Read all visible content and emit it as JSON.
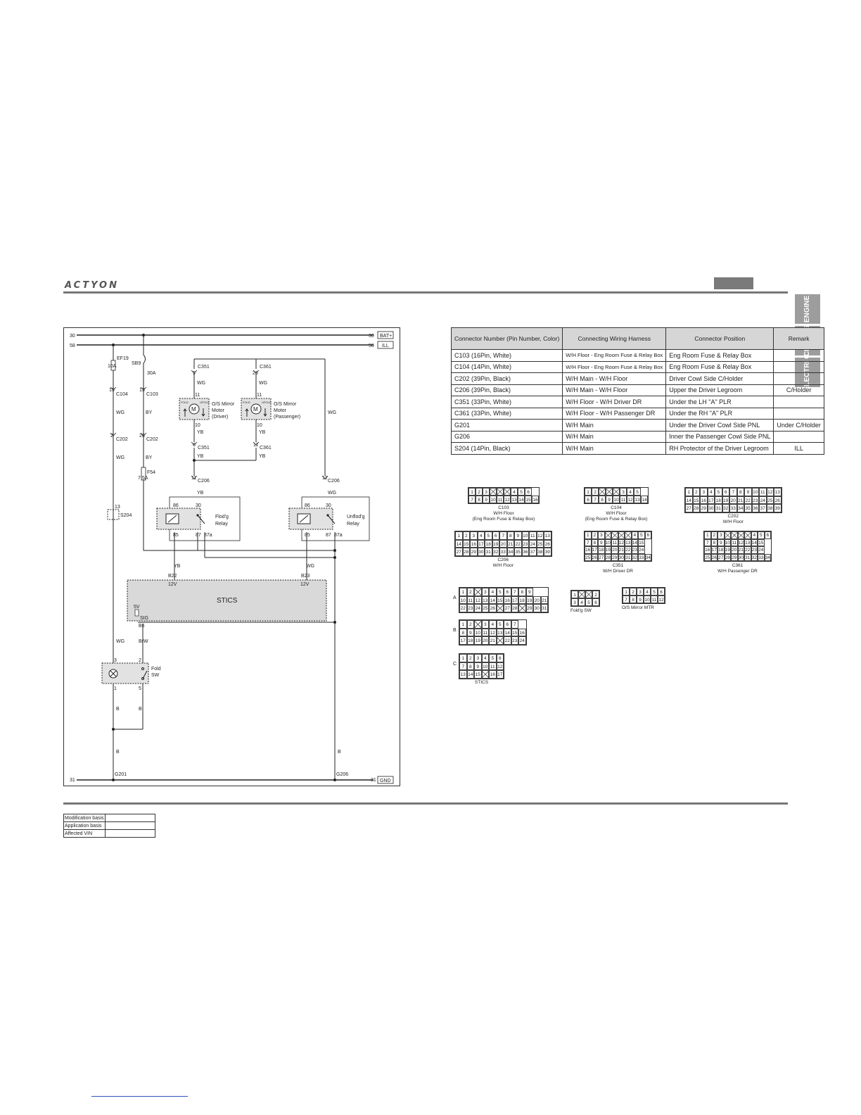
{
  "header": {
    "brand": "ACTYON"
  },
  "side_tabs": [
    "ENGINE",
    "CHASSIS",
    "ELECTRI C"
  ],
  "schematic": {
    "rails": {
      "l30": "30",
      "l58": "58",
      "r30": "30",
      "r58": "58",
      "bat": "BAT+",
      "ill": "ILL",
      "l31": "31",
      "r31": "31",
      "gnd": "GND"
    },
    "fuses": {
      "ef19": "EF19",
      "ef19_amp": "10A",
      "sb9": "SB9",
      "sb9_amp": "30A",
      "f54": "F54",
      "f54_amp": "7.5A"
    },
    "connectors": {
      "c104": "C104",
      "c104_pin": "15",
      "c103": "C103",
      "c103_pin": "13",
      "c202a": "C202",
      "c202a_pin": "2",
      "c202b": "C202",
      "c202b_pin": "26",
      "c351_top": "C351",
      "c351_top_pin": "5",
      "c361_top": "C361",
      "c361_top_pin": "26",
      "c351_bot": "C351",
      "c351_bot_pin": "6",
      "c361_bot": "C361",
      "c361_bot_pin": "11",
      "c206a": "C206",
      "c206a_pin": "11",
      "c206b": "C206",
      "c206b_pin": "12",
      "s204": "S204",
      "s204_pin": "13"
    },
    "wires": {
      "wg": "WG",
      "by": "BY",
      "yb": "YB",
      "brw": "BrW",
      "b": "B"
    },
    "motor_driver": {
      "label1": "O/S Mirror",
      "label2": "Motor",
      "label3": "(Driver)",
      "pin_top": "11",
      "pin_bot": "10",
      "fold": "FOLD",
      "unfold": "UFOLD",
      "m": "M"
    },
    "motor_passenger": {
      "label1": "O/S Mirror",
      "label2": "Motor",
      "label3": "(Passenger)",
      "pin_top": "11",
      "pin_bot": "10",
      "fold": "FOLD",
      "unfold": "UFOLD",
      "m": "M"
    },
    "relay_fold": {
      "name1": "Flod'g",
      "name2": "Relay",
      "p86": "86",
      "p30": "30",
      "p85": "85",
      "p87": "87",
      "p87a": "87a"
    },
    "relay_unfold": {
      "name1": "Unflod'g",
      "name2": "Relay",
      "p86": "86",
      "p30": "30",
      "p85": "85",
      "p87": "87",
      "p87a": "87a"
    },
    "stics": {
      "name": "STICS",
      "b22": "B22",
      "b23": "B23",
      "v12a": "12V",
      "v12b": "12V",
      "v5": "5V",
      "sig": "SIG",
      "b6": "B6"
    },
    "fold_sw": {
      "name1": "Fold",
      "name2": "SW",
      "p3": "3",
      "p2": "2",
      "p1": "1",
      "p5": "5"
    },
    "grounds": {
      "g201": "G201",
      "g206": "G206"
    }
  },
  "connector_table": {
    "headers": [
      "Connector Number (Pin Number, Color)",
      "Connecting Wiring Harness",
      "Connector Position",
      "Remark"
    ],
    "rows": [
      [
        "C103 (16Pin, White)",
        "W/H Floor - Eng Room Fuse & Relay Box",
        "Eng Room Fuse & Relay Box",
        ""
      ],
      [
        "C104 (14Pin, White)",
        "W/H Floor - Eng Room Fuse & Relay Box",
        "Eng Room Fuse & Relay Box",
        ""
      ],
      [
        "C202 (39Pin, Black)",
        "W/H Main - W/H Floor",
        "Driver Cowl Side C/Holder",
        ""
      ],
      [
        "C206 (39Pin, Black)",
        "W/H Main - W/H Floor",
        "Upper the Driver Legroom",
        "C/Holder"
      ],
      [
        "C351 (33Pin, White)",
        "W/H Floor - W/H Driver DR",
        "Under the LH \"A\" PLR",
        ""
      ],
      [
        "C361 (33Pin, White)",
        "W/H Floor - W/H Passenger DR",
        "Under the RH \"A\" PLR",
        ""
      ],
      [
        "G201",
        "W/H Main",
        "Under the Driver Cowl Side PNL",
        "Under C/Holder"
      ],
      [
        "G206",
        "W/H Main",
        "Inner the Passenger Cowl Side PNL",
        ""
      ],
      [
        "S204 (14Pin, Black)",
        "W/H Main",
        "RH Protector of the Driver Legroom",
        "ILL"
      ]
    ]
  },
  "pinouts": {
    "c103": {
      "n1": "C103",
      "n2": "W/H Floor",
      "n3": "(Eng Room Fuse & Relay Box)",
      "rows": [
        [
          "1",
          "2",
          "3",
          "",
          "",
          "",
          "4",
          "5",
          "6"
        ],
        [
          "7",
          "8",
          "9",
          "10",
          "11",
          "12",
          "13",
          "14",
          "15",
          "16"
        ]
      ]
    },
    "c104": {
      "n1": "C104",
      "n2": "W/H Floor",
      "n3": "(Eng Room Fuse & Relay Box)",
      "rows": [
        [
          "1",
          "2",
          "",
          "",
          "",
          "3",
          "4",
          "5"
        ],
        [
          "6",
          "7",
          "8",
          "9",
          "10",
          "11",
          "12",
          "13",
          "14"
        ]
      ]
    },
    "c202": {
      "n1": "C202",
      "n2": "W/H Floor",
      "rows": [
        [
          "1",
          "2",
          "3",
          "4",
          "5",
          "6",
          "7",
          "8",
          "9",
          "10",
          "11",
          "12",
          "13"
        ],
        [
          "14",
          "15",
          "16",
          "17",
          "18",
          "19",
          "20",
          "21",
          "22",
          "23",
          "24",
          "25",
          "26"
        ],
        [
          "27",
          "28",
          "29",
          "30",
          "31",
          "32",
          "33",
          "34",
          "35",
          "36",
          "37",
          "38",
          "39"
        ]
      ]
    },
    "c206": {
      "n1": "C206",
      "n2": "W/H Floor",
      "rows": [
        [
          "1",
          "2",
          "3",
          "4",
          "5",
          "6",
          "7",
          "8",
          "9",
          "10",
          "11",
          "12",
          "13"
        ],
        [
          "14",
          "15",
          "16",
          "17",
          "18",
          "19",
          "20",
          "21",
          "22",
          "23",
          "24",
          "25",
          "26"
        ],
        [
          "27",
          "28",
          "29",
          "30",
          "31",
          "32",
          "33",
          "34",
          "35",
          "36",
          "37",
          "38",
          "39"
        ]
      ]
    },
    "c351": {
      "n1": "C351",
      "n2": "W/H Driver DR",
      "rows": [
        [
          "1",
          "2",
          "3",
          "",
          "",
          "",
          "",
          "4",
          "5",
          "6"
        ],
        [
          "7",
          "8",
          "9",
          "10",
          "11",
          "12",
          "13",
          "14",
          "15"
        ],
        [
          "16",
          "17",
          "18",
          "19",
          "20",
          "21",
          "22",
          "23",
          "24"
        ],
        [
          "25",
          "26",
          "27",
          "28",
          "29",
          "30",
          "31",
          "32",
          "33",
          "34"
        ]
      ]
    },
    "c361": {
      "n1": "C361",
      "n2": "W/H Passenger DR",
      "rows": [
        [
          "1",
          "2",
          "3",
          "",
          "",
          "",
          "",
          "4",
          "5",
          "6"
        ],
        [
          "7",
          "8",
          "9",
          "10",
          "11",
          "12",
          "13",
          "14",
          "15"
        ],
        [
          "16",
          "17",
          "18",
          "19",
          "20",
          "21",
          "22",
          "23",
          "24"
        ],
        [
          "25",
          "26",
          "27",
          "28",
          "29",
          "30",
          "31",
          "32",
          "33",
          "34"
        ]
      ]
    },
    "stics_a": {
      "tag": "A",
      "rows": [
        [
          "1",
          "2",
          "",
          "3",
          "4",
          "5",
          "6",
          "7",
          "8",
          "9"
        ],
        [
          "10",
          "11",
          "12",
          "13",
          "14",
          "15",
          "16",
          "17",
          "18",
          "19",
          "20",
          "21"
        ],
        [
          "22",
          "23",
          "24",
          "25",
          "26",
          "",
          "27",
          "28",
          "",
          "29",
          "30",
          "31"
        ]
      ]
    },
    "stics_b": {
      "tag": "B",
      "rows": [
        [
          "1",
          "2",
          "",
          "3",
          "4",
          "5",
          "6",
          "7"
        ],
        [
          "8",
          "9",
          "10",
          "11",
          "12",
          "13",
          "14",
          "15",
          "16"
        ],
        [
          "17",
          "18",
          "19",
          "20",
          "21",
          "",
          "22",
          "23",
          "24"
        ]
      ]
    },
    "stics_c": {
      "tag": "C",
      "name": "STICS",
      "rows": [
        [
          "1",
          "2",
          "3",
          "4",
          "5",
          "6"
        ],
        [
          "7",
          "8",
          "9",
          "10",
          "11",
          "12"
        ],
        [
          "13",
          "14",
          "15",
          "",
          "16",
          "17"
        ]
      ]
    },
    "foldsw": {
      "name": "Fold'g SW",
      "rows": [
        [
          "1",
          "",
          "",
          "2"
        ],
        [
          "3",
          "4",
          "5",
          "6"
        ]
      ]
    },
    "mirror": {
      "name": "O/S Mirror MTR",
      "rows": [
        [
          "1",
          "2",
          "3",
          "4",
          "5",
          "6"
        ],
        [
          "7",
          "8",
          "9",
          "10",
          "11",
          "12"
        ]
      ]
    }
  },
  "modification": [
    {
      "label": "Modification basis",
      "value": ""
    },
    {
      "label": "Application basis",
      "value": ""
    },
    {
      "label": "Affected VIN",
      "value": ""
    }
  ]
}
